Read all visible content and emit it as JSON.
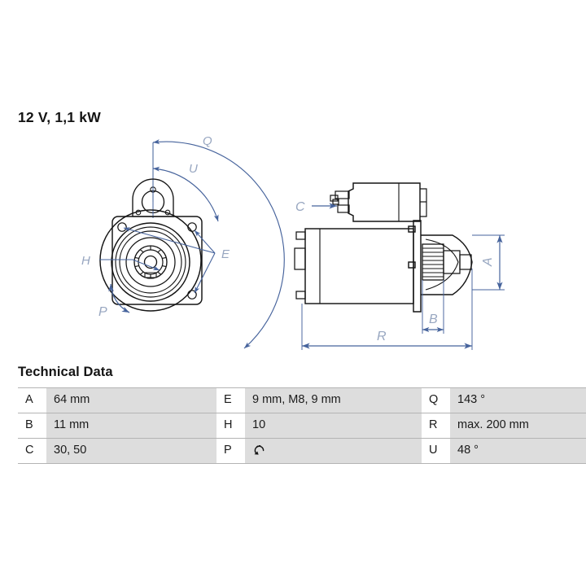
{
  "product": {
    "title": "12 V, 1,1 kW"
  },
  "technical_data": {
    "heading": "Technical Data",
    "rows": [
      {
        "c1_key": "A",
        "c1_value": "64 mm",
        "c2_key": "E",
        "c2_value": "9 mm, M8, 9 mm",
        "c3_key": "Q",
        "c3_value": "143 °"
      },
      {
        "c1_key": "B",
        "c1_value": "11 mm",
        "c2_key": "H",
        "c2_value": "10",
        "c3_key": "R",
        "c3_value": "max. 200 mm"
      },
      {
        "c1_key": "C",
        "c1_value": "30, 50",
        "c2_key": "P",
        "c2_value": "",
        "c3_key": "U",
        "c3_value": "48 °"
      }
    ],
    "p_symbol_name": "counterclockwise-rotation-icon"
  },
  "drawing": {
    "front_view": {
      "labels": {
        "q": "Q",
        "u": "U",
        "e": "E",
        "h": "H",
        "p": "P"
      }
    },
    "side_view": {
      "labels": {
        "c": "C",
        "a": "A",
        "b": "B",
        "r": "R"
      }
    }
  },
  "colors": {
    "dimension_blue": "#46639c",
    "label_gray_blue": "#97a6c0",
    "outline_black": "#141414",
    "table_value_bg": "#dddddd",
    "table_rule": "#b4b4b4",
    "background": "#ffffff"
  }
}
